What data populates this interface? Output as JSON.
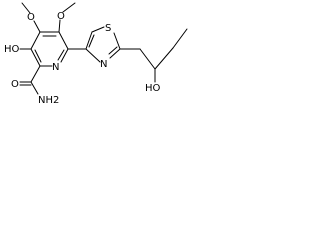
{
  "molecule": {
    "atoms": {
      "ho_left": "HO",
      "o_methoxy_1": "O",
      "o_methoxy_2": "O",
      "n_pyridine": "N",
      "s_thiazole": "S",
      "n_thiazole": "N",
      "o_amide": "O",
      "nh2_amide": "NH2",
      "ho_right": "HO"
    }
  }
}
